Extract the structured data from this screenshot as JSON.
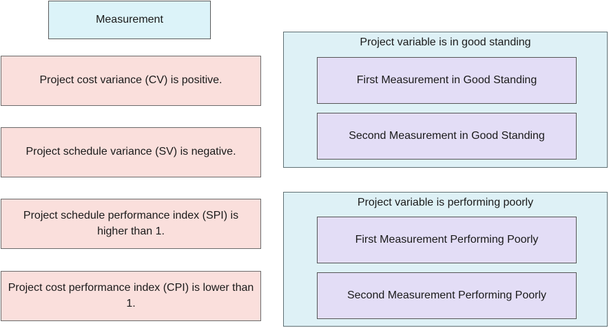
{
  "header": {
    "label": "Measurement"
  },
  "measurements": [
    "Project cost variance (CV) is positive.",
    "Project schedule variance (SV) is negative.",
    "Project schedule performance index (SPI) is higher than 1.",
    "Project cost performance index (CPI) is lower than 1."
  ],
  "groups": [
    {
      "title": "Project variable is in good standing",
      "slots": [
        "First Measurement in Good Standing",
        "Second Measurement in Good Standing"
      ]
    },
    {
      "title": "Project variable is performing poorly",
      "slots": [
        "First Measurement Performing Poorly",
        "Second Measurement Performing Poorly"
      ]
    }
  ],
  "colors": {
    "header_fill": "#dcf3f9",
    "measurement_fill": "#fadfdc",
    "group_fill": "#def1f6",
    "slot_fill": "#e3ddf6"
  }
}
